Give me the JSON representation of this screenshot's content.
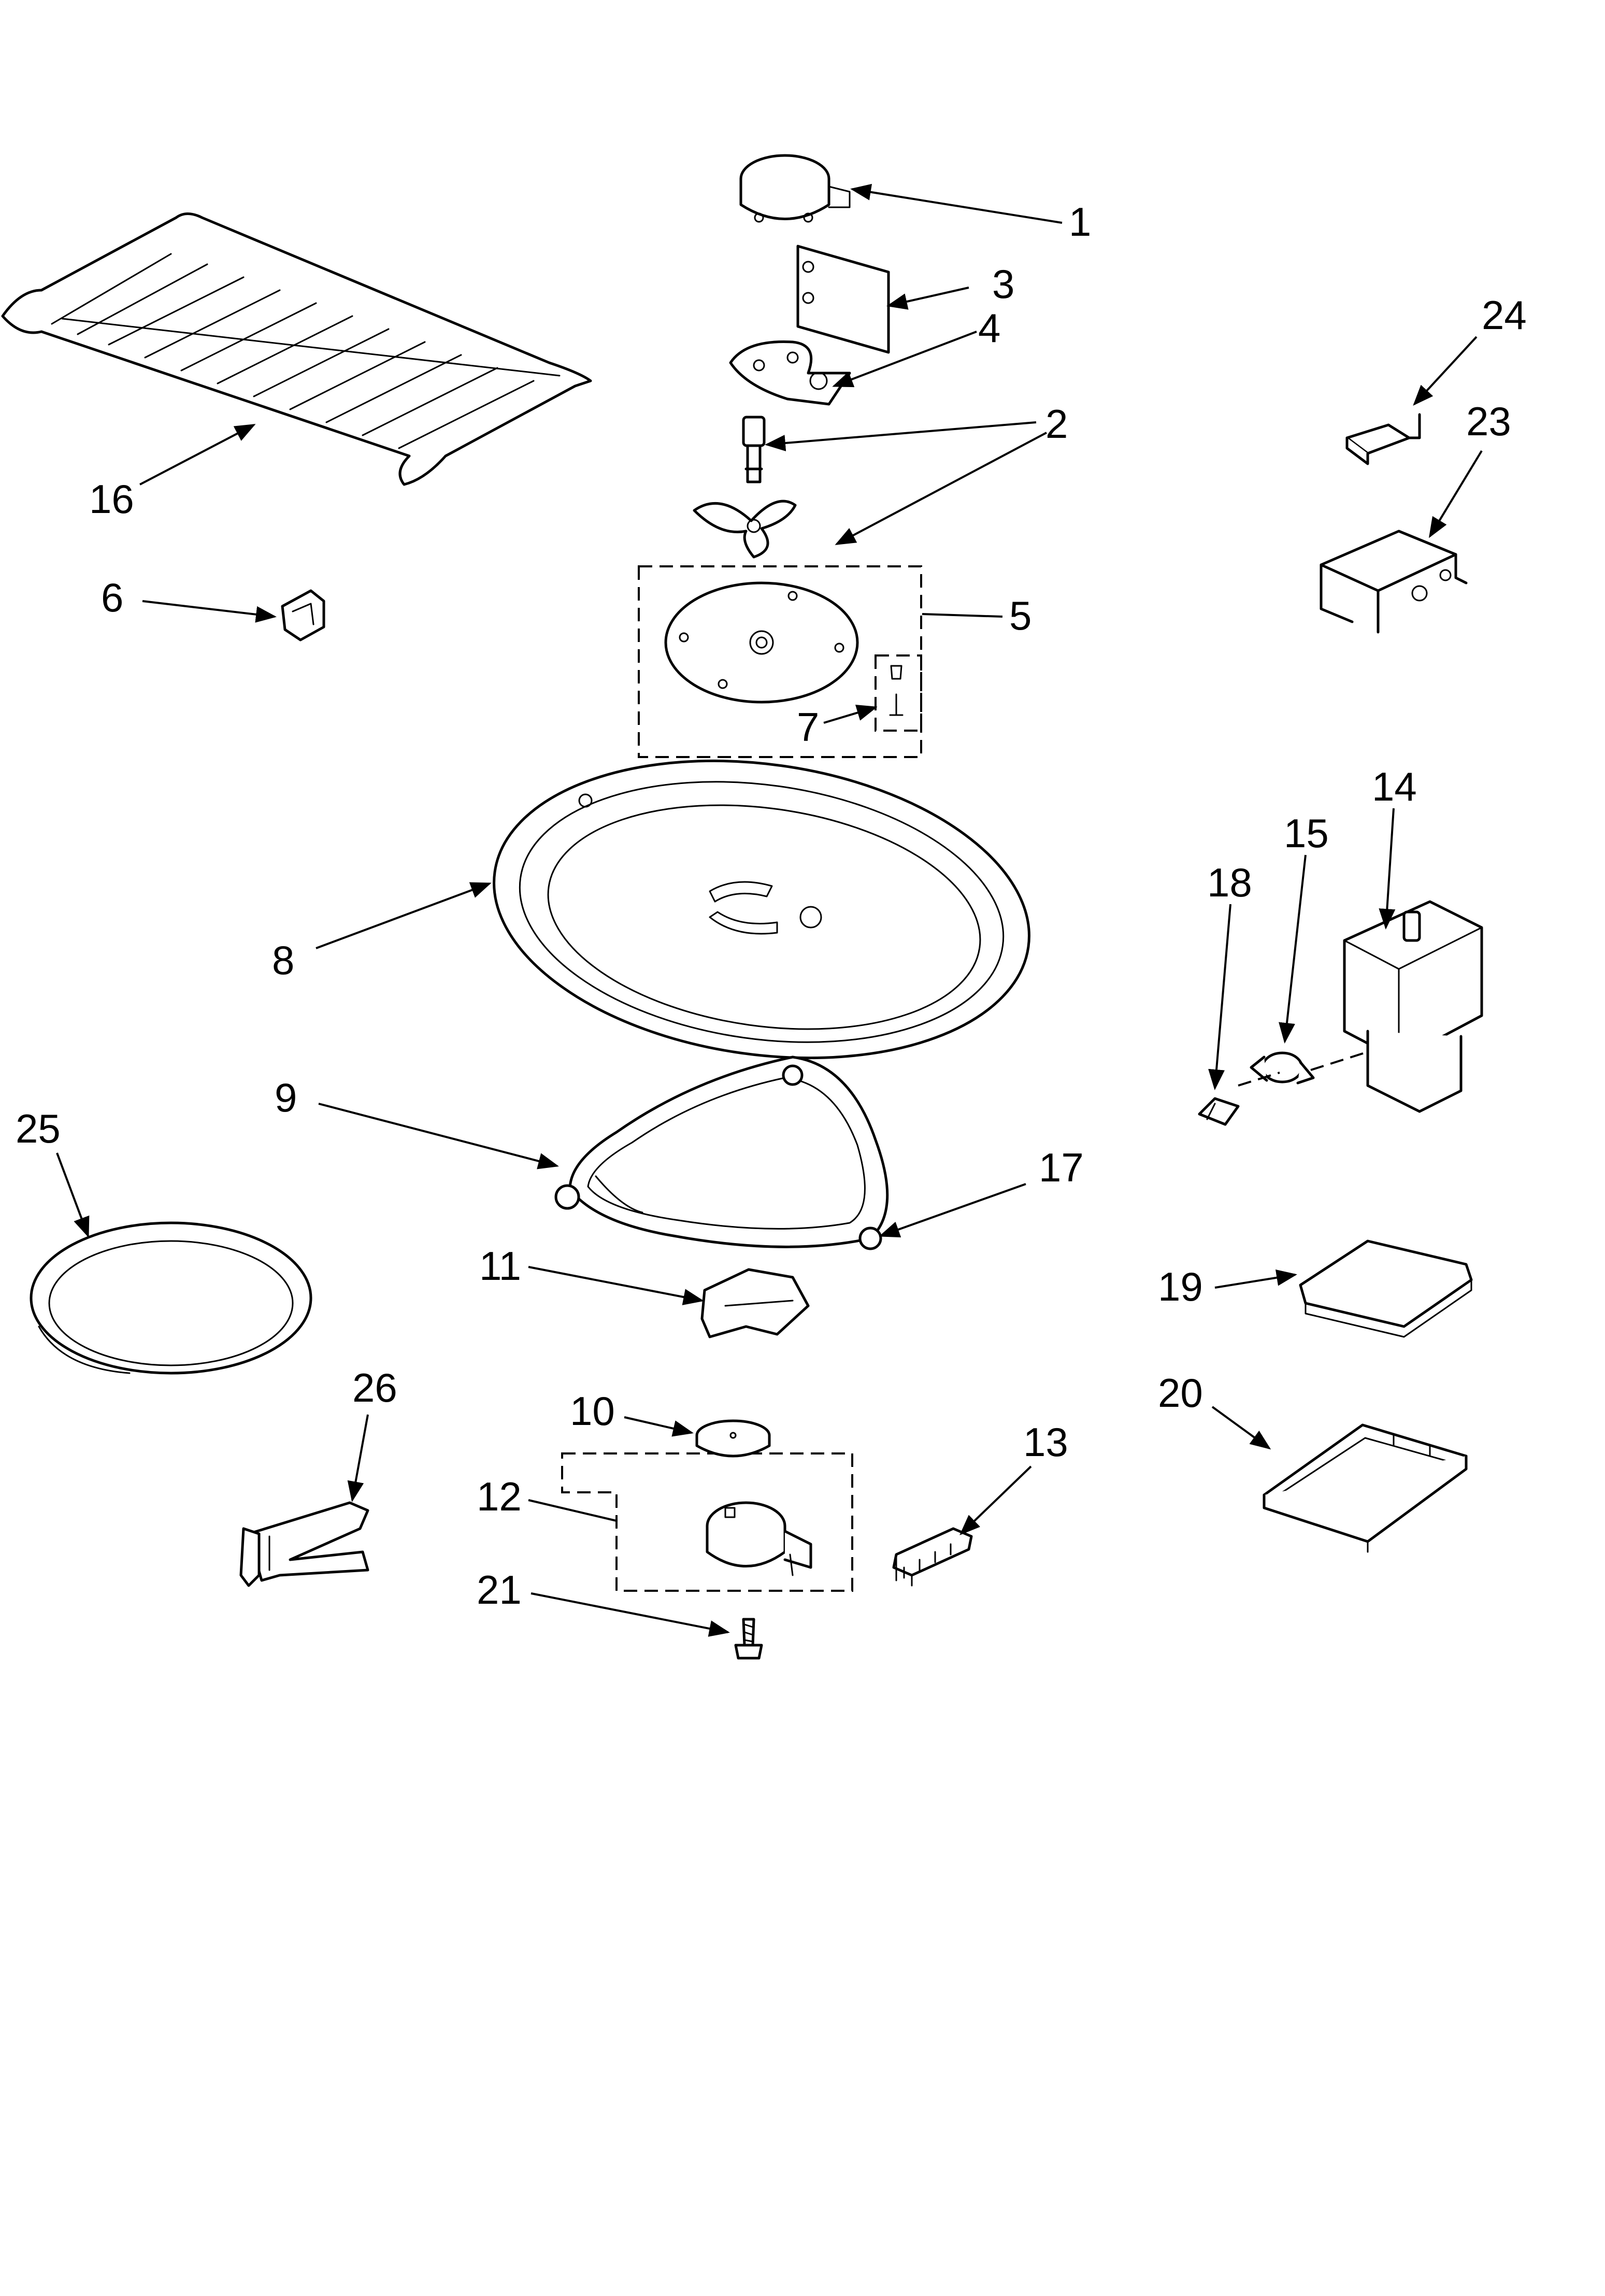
{
  "callouts": {
    "c1": "1",
    "c2": "2",
    "c3": "3",
    "c4": "4",
    "c5": "5",
    "c6": "6",
    "c7": "7",
    "c8": "8",
    "c9": "9",
    "c10": "10",
    "c11": "11",
    "c12": "12",
    "c13": "13",
    "c14": "14",
    "c15": "15",
    "c16": "16",
    "c17": "17",
    "c18": "18",
    "c19": "19",
    "c20": "20",
    "c21": "21",
    "c23": "23",
    "c24": "24",
    "c25": "25",
    "c26": "26"
  }
}
